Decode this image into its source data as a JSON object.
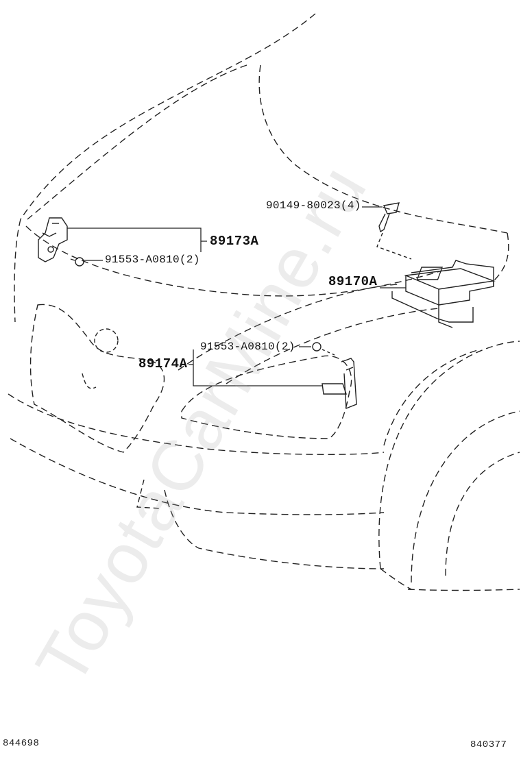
{
  "parts": {
    "p89173a": "89173A",
    "p91553_left": "91553-A0810(2)",
    "p90149": "90149-80023(4)",
    "p89170a": "89170A",
    "p91553_mid": "91553-A0810(2)",
    "p89174a": "89174A"
  },
  "footer": {
    "left_code": "844698",
    "right_code": "840377"
  },
  "watermark": "ToyotaCarMine.ru"
}
